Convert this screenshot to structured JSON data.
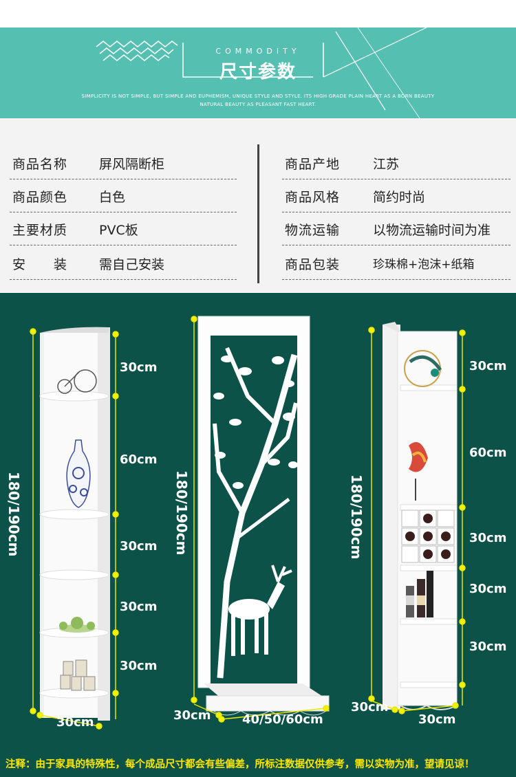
{
  "header": {
    "eyebrow": "COMMODITY",
    "title": "尺寸参数",
    "slogan_line1": "SIMPLICITY IS NOT SIMPLE, BUT SIMPLE AND EUPHEMISM, UNIQUE STYLE AND STYLE. ITS HIGH GRADE PLAIN HEART AS A BORN BEAUTY",
    "slogan_line2": "NATURAL BEAUTY AS PLEASANT FAST HEART."
  },
  "specs": {
    "left": [
      {
        "label": "商品名称",
        "value": "屏风隔断柜"
      },
      {
        "label": "商品颜色",
        "value": "白色"
      },
      {
        "label": "主要材质",
        "value": "PVC板"
      },
      {
        "label": "安　　装",
        "value": "需自己安装"
      }
    ],
    "right": [
      {
        "label": "商品产地",
        "value": "江苏"
      },
      {
        "label": "商品风格",
        "value": "简约时尚"
      },
      {
        "label": "物流运输",
        "value": "以物流运输时间为准"
      },
      {
        "label": "商品包装",
        "value": "珍珠棉+泡沫+纸箱"
      }
    ]
  },
  "showcase": {
    "corner_shelf": {
      "height": "180/190cm",
      "sections": [
        "30cm",
        "60cm",
        "30cm",
        "30cm",
        "30cm"
      ],
      "width": "30cm"
    },
    "screen": {
      "height": "180/190cm",
      "depth": "30cm",
      "width": "40/50/60cm"
    },
    "wine_shelf": {
      "height": "180/190cm",
      "sections": [
        "30cm",
        "60cm",
        "30cm",
        "30cm",
        "30cm"
      ],
      "depth": "30cm",
      "width": "30cm"
    }
  },
  "footnote": "注释：由于家具的特殊性，每个成品尺寸都会有些偏差，所标注数据仅供参考，需以实物为准，望请见谅！",
  "colors": {
    "teal": "#55bfb2",
    "dark_green": "#0d5248",
    "dim_dot": "#f2f200",
    "footnote": "#ffe600"
  }
}
